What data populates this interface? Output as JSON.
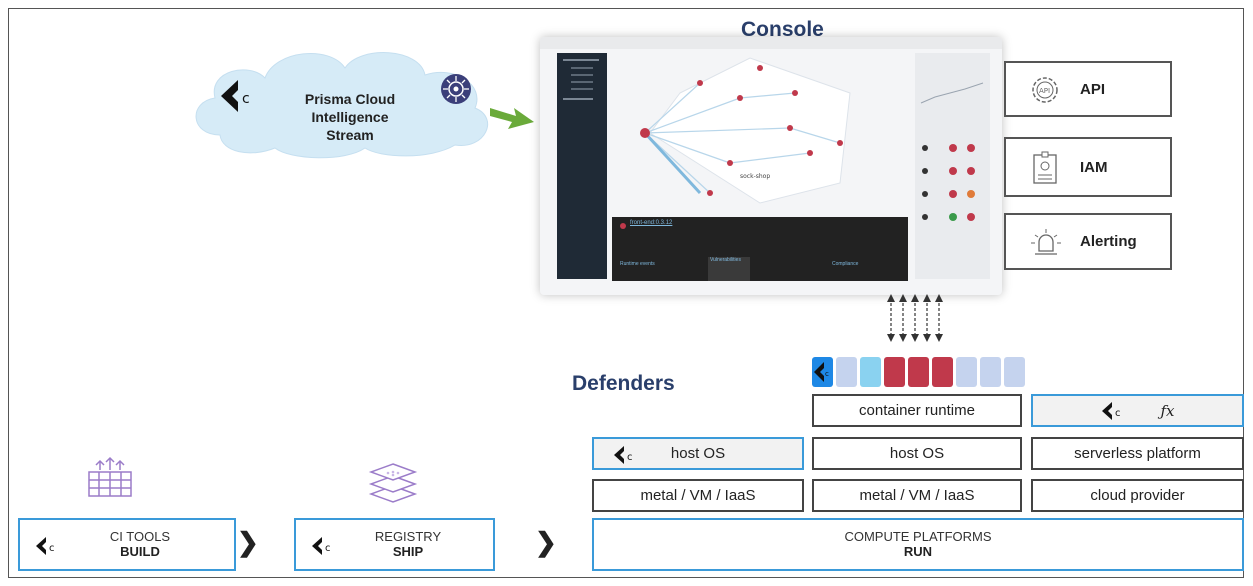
{
  "console_title": "Console",
  "defenders_title": "Defenders",
  "cloud": {
    "line1": "Prisma Cloud",
    "line2": "Intelligence Stream"
  },
  "console_services": [
    {
      "label": "API",
      "icon": "api-gear-icon"
    },
    {
      "label": "IAM",
      "icon": "id-badge-icon"
    },
    {
      "label": "Alerting",
      "icon": "alarm-light-icon"
    }
  ],
  "console_screenshot": {
    "graph_label": "sock-shop",
    "panel_title": "front-end:0.3.12",
    "sections": [
      "Runtime events",
      "Vulnerabilities",
      "Compliance"
    ]
  },
  "stack": {
    "row1": {
      "container_runtime": "container runtime",
      "fx": "ƒx"
    },
    "row2": {
      "host_os_defended": "host OS",
      "host_os": "host OS",
      "serverless": "serverless platform"
    },
    "row3": {
      "metal1": "metal / VM / IaaS",
      "metal2": "metal / VM / IaaS",
      "cloud_provider": "cloud provider"
    }
  },
  "pipeline": {
    "build": {
      "line1": "CI TOOLS",
      "line2": "BUILD"
    },
    "ship": {
      "line1": "REGISTRY",
      "line2": "SHIP"
    },
    "run": {
      "line1": "COMPUTE PLATFORMS",
      "line2": "RUN"
    },
    "separator": "❯"
  },
  "colors": {
    "accent_blue": "#3a9ad9",
    "heading": "#2a3f6b",
    "container_red": "#c0394b",
    "container_light": "#c5d3ee",
    "container_cyan": "#8ad2f0"
  }
}
